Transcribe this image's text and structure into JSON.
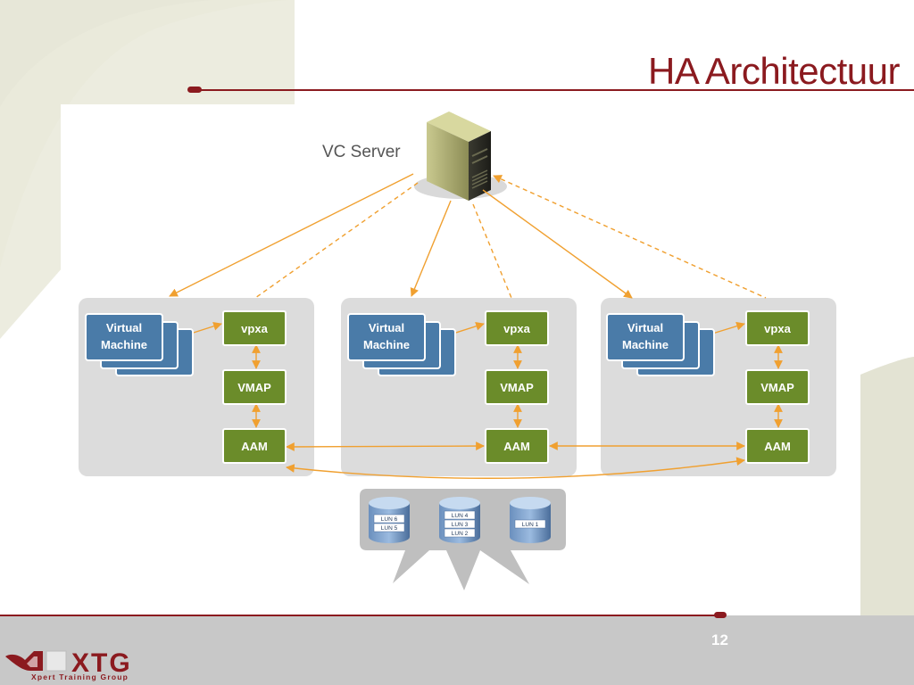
{
  "slide": {
    "title": "HA Architectuur",
    "page_number": "12"
  },
  "diagram": {
    "server_label": "VC Server",
    "hosts": [
      {
        "vm_label_line1": "Virtual",
        "vm_label_line2": "Machine",
        "agents": [
          "vpxa",
          "VMAP",
          "AAM"
        ]
      },
      {
        "vm_label_line1": "Virtual",
        "vm_label_line2": "Machine",
        "agents": [
          "vpxa",
          "VMAP",
          "AAM"
        ]
      },
      {
        "vm_label_line1": "Virtual",
        "vm_label_line2": "Machine",
        "agents": [
          "vpxa",
          "VMAP",
          "AAM"
        ]
      }
    ],
    "storage": [
      {
        "luns": [
          "LUN 6",
          "LUN 5"
        ]
      },
      {
        "luns": [
          "LUN 4",
          "LUN 3",
          "LUN 2"
        ]
      },
      {
        "luns": [
          "LUN 1"
        ]
      }
    ],
    "colors": {
      "host_panel": "#dcdcdc",
      "vm_blue": "#4a7ba8",
      "agent_green": "#6b8c2a",
      "connector_orange": "#f0a030",
      "accent_red": "#8b1a1f"
    }
  },
  "brand": {
    "name": "XTG",
    "tagline": "Xpert Training Group"
  }
}
